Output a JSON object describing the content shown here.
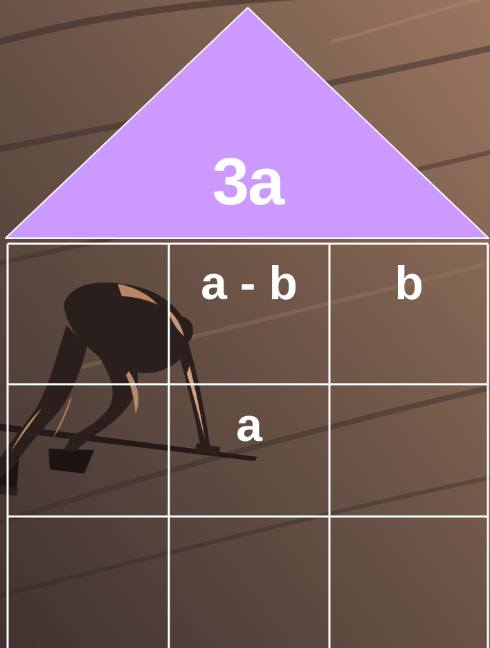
{
  "roof": {
    "label": "3a",
    "color": "#cc99ff"
  },
  "grid": {
    "rows": 3,
    "columns": 3,
    "line_color": "#ffffff",
    "cells": {
      "r1c2": "a - b",
      "r1c3": "b",
      "r2c2": "a"
    }
  },
  "background": {
    "colors": [
      "#3f3230",
      "#6e5648",
      "#9a7660"
    ],
    "illustration": "sprinter-in-starting-blocks"
  }
}
